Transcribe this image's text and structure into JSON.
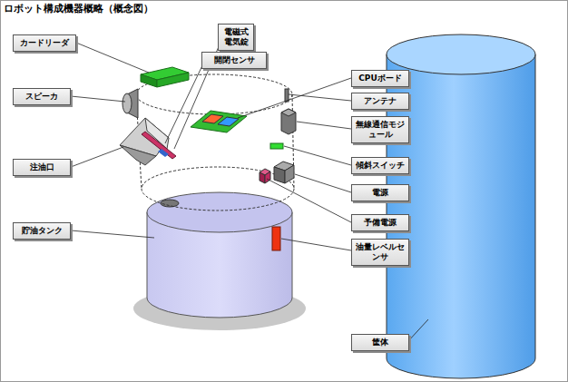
{
  "diagram": {
    "title": "ロボット構成機器概略（概念図）",
    "nodes": [
      {
        "text": [
          "カードリーダ"
        ]
      },
      {
        "text": [
          "電磁式電気錠"
        ]
      },
      {
        "text": [
          "開閉センサ"
        ]
      },
      {
        "text": [
          "CPUボード"
        ]
      },
      {
        "text": [
          "スピーカ"
        ]
      },
      {
        "text": [
          "アンテナ"
        ]
      },
      {
        "text": [
          "無線通信モジュール"
        ]
      },
      {
        "text": [
          "傾斜スイッチ"
        ]
      },
      {
        "text": [
          "注油口"
        ]
      },
      {
        "text": [
          "電源"
        ]
      },
      {
        "text": [
          "予備電源"
        ]
      },
      {
        "text": [
          "貯油タンク"
        ]
      },
      {
        "text": [
          "油量レベルセンサ"
        ]
      },
      {
        "text": [
          "筐体"
        ]
      }
    ]
  }
}
